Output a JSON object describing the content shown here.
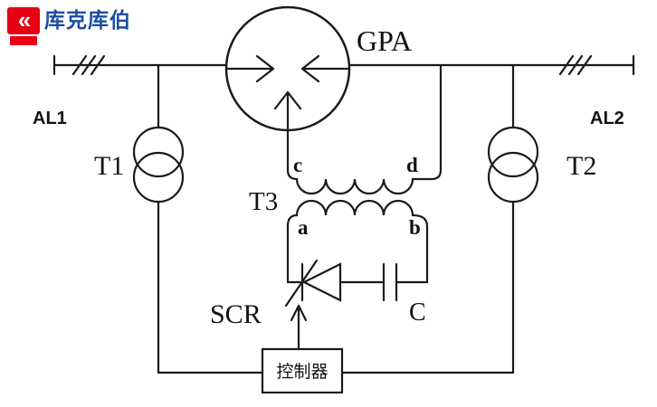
{
  "logo": {
    "text": "库克库伯",
    "icon_glyph": "«",
    "colors": {
      "red": "#e60012",
      "blue": "#1c4ea1"
    }
  },
  "diagram": {
    "line_color": "#1a1a1a",
    "labels": {
      "gpa": "GPA",
      "al1": "AL1",
      "al2": "AL2",
      "t1": "T1",
      "t2": "T2",
      "t3": "T3",
      "winding_c": "c",
      "winding_d": "d",
      "winding_a": "a",
      "winding_b": "b",
      "scr": "SCR",
      "capacitor": "C",
      "controller": "控制器"
    }
  }
}
